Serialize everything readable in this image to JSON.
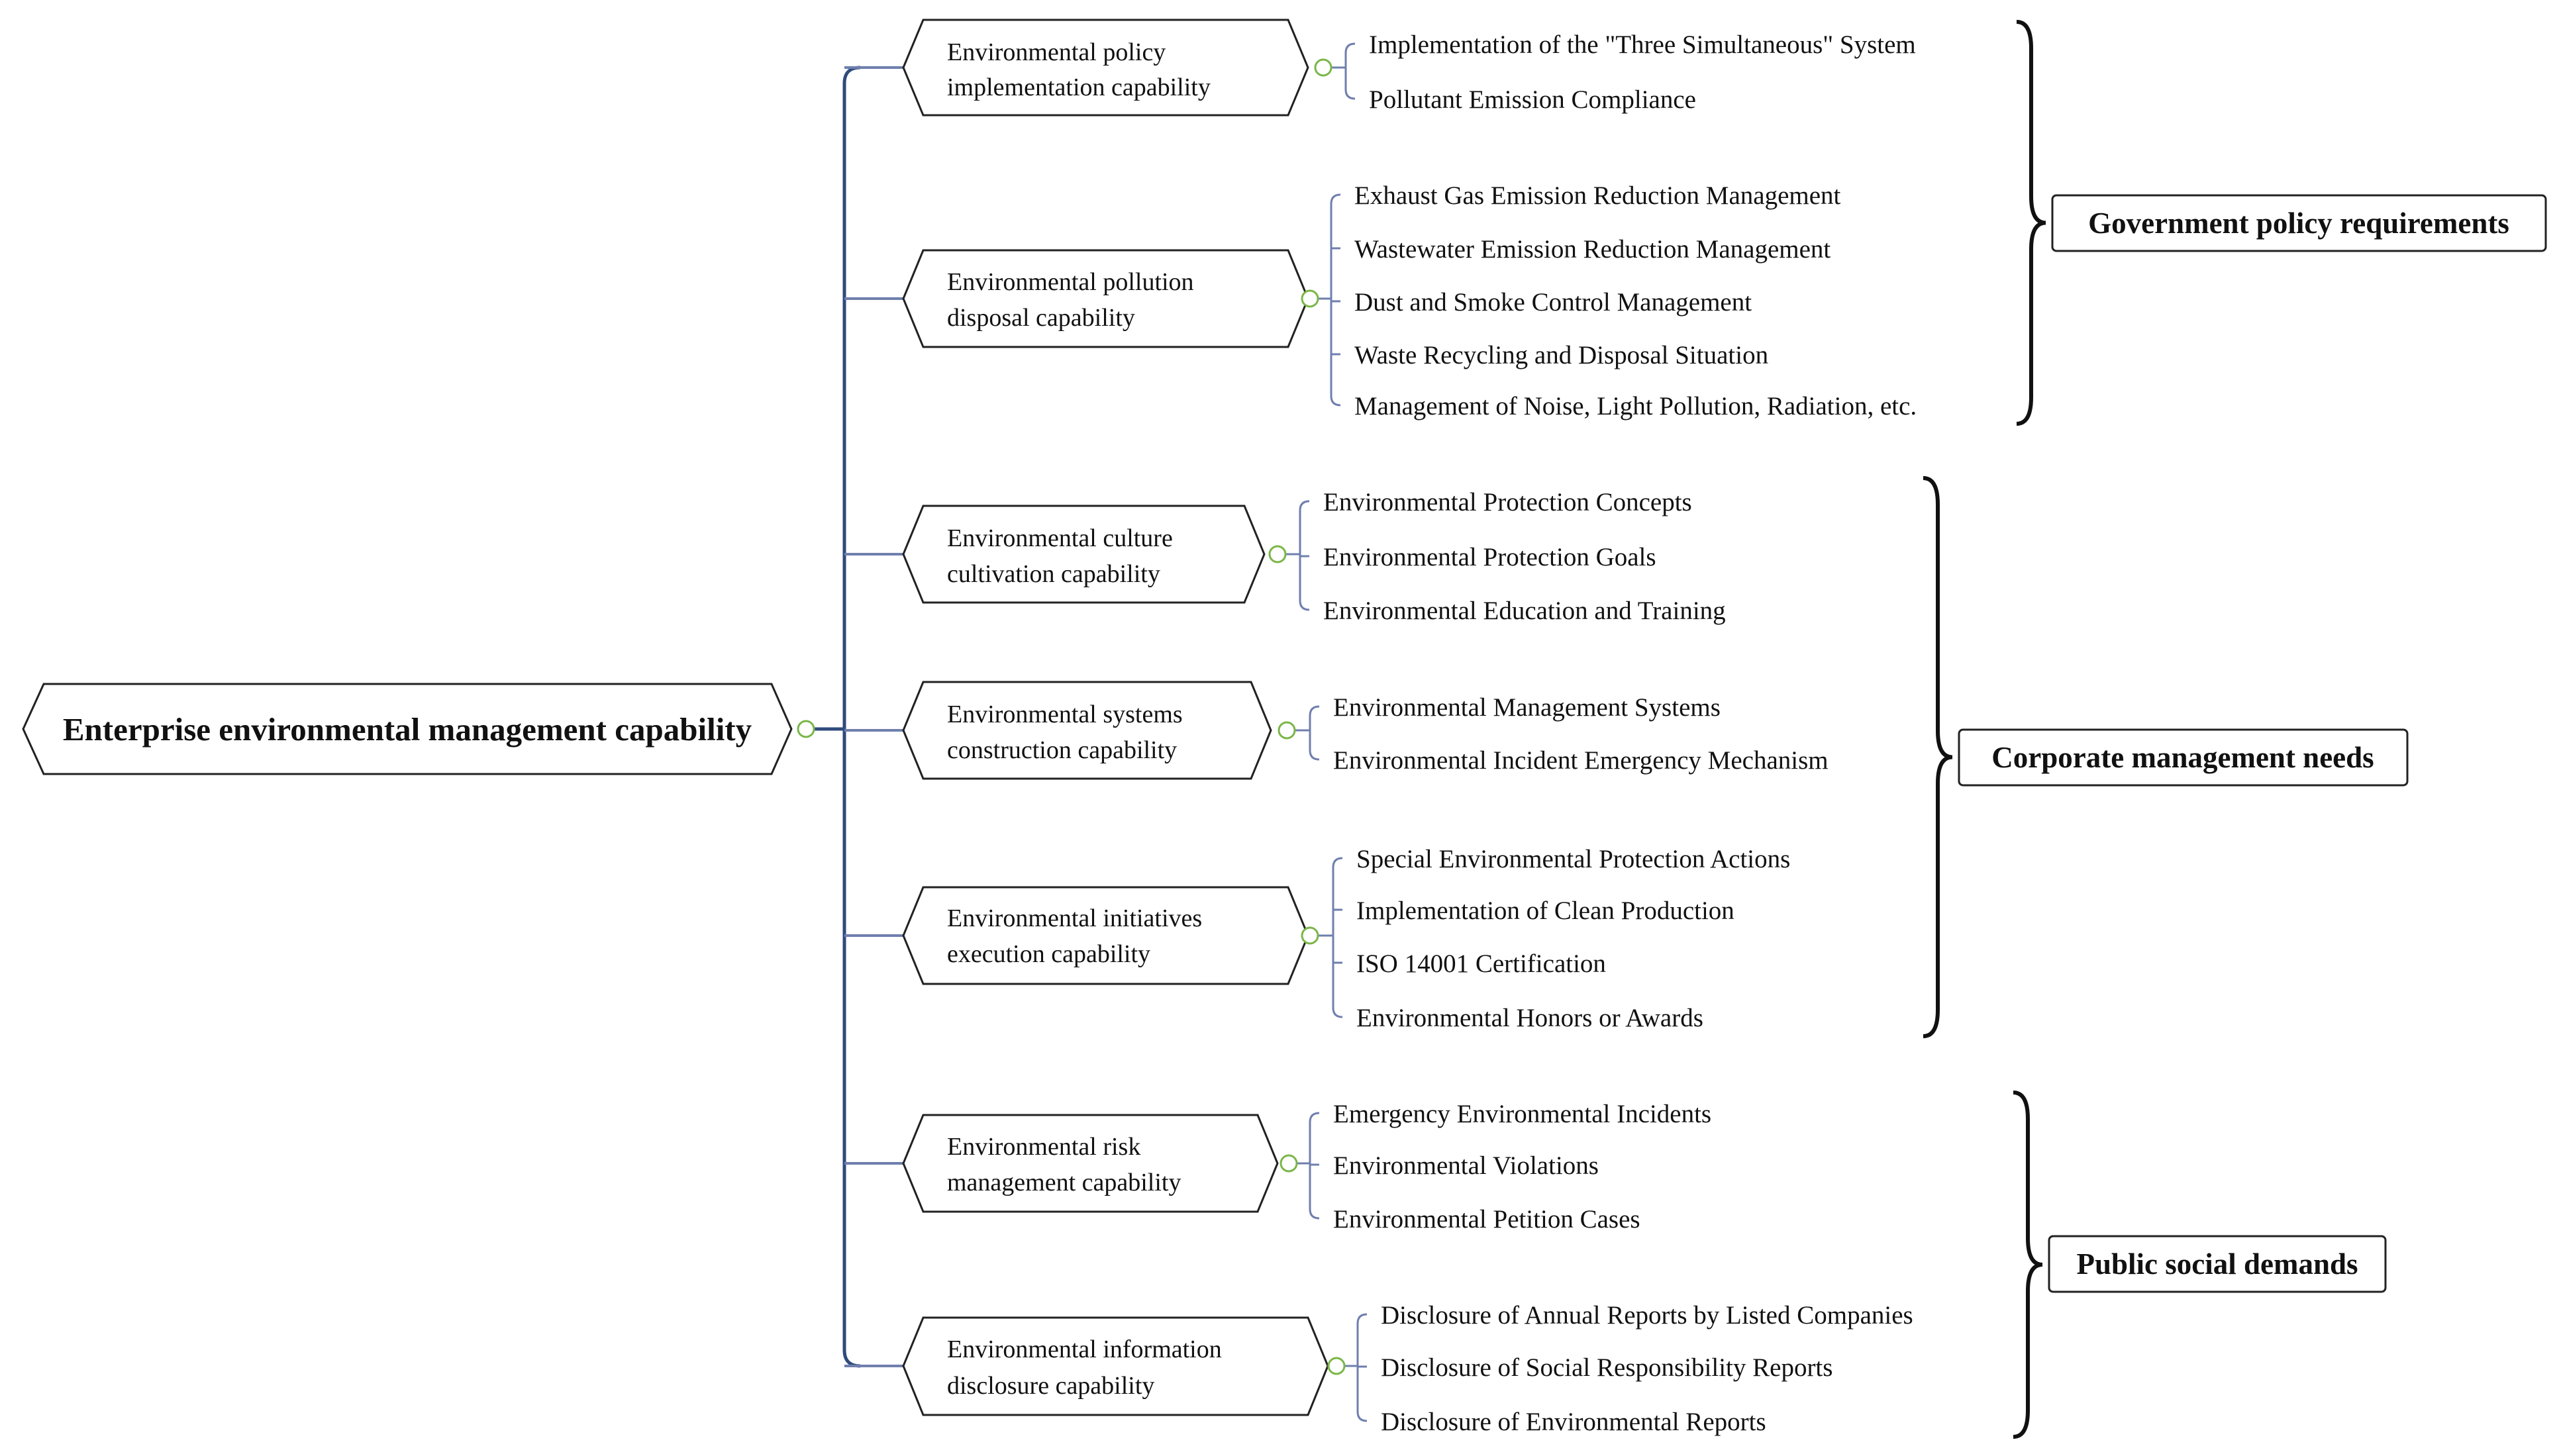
{
  "root": {
    "label": "Enterprise environmental management capability"
  },
  "capabilities": [
    {
      "lines": [
        "Environmental policy",
        "implementation capability"
      ],
      "items": [
        "Implementation of the \"Three Simultaneous\" System",
        "Pollutant Emission Compliance"
      ]
    },
    {
      "lines": [
        "Environmental pollution",
        "disposal capability"
      ],
      "items": [
        "Exhaust Gas Emission Reduction Management",
        "Wastewater Emission Reduction Management",
        "Dust and Smoke Control Management",
        "Waste Recycling and Disposal Situation",
        "Management of Noise, Light Pollution, Radiation, etc."
      ]
    },
    {
      "lines": [
        "Environmental culture",
        "cultivation capability"
      ],
      "items": [
        "Environmental Protection Concepts",
        "Environmental Protection Goals",
        "Environmental Education and Training"
      ]
    },
    {
      "lines": [
        "Environmental systems",
        "construction capability"
      ],
      "items": [
        "Environmental Management Systems",
        "Environmental Incident Emergency Mechanism"
      ]
    },
    {
      "lines": [
        "Environmental initiatives",
        "execution capability"
      ],
      "items": [
        "Special Environmental Protection Actions",
        "Implementation of Clean Production",
        "ISO 14001 Certification",
        "Environmental Honors or Awards"
      ]
    },
    {
      "lines": [
        "Environmental risk",
        "management capability"
      ],
      "items": [
        "Emergency Environmental Incidents",
        "Environmental Violations",
        "Environmental Petition Cases"
      ]
    },
    {
      "lines": [
        "Environmental information",
        "disclosure capability"
      ],
      "items": [
        "Disclosure of Annual Reports by Listed Companies",
        "Disclosure of Social Responsibility Reports",
        "Disclosure of Environmental Reports"
      ]
    }
  ],
  "categories": [
    {
      "label": "Government policy requirements"
    },
    {
      "label": "Corporate management needs"
    },
    {
      "label": "Public social demands"
    }
  ],
  "colors": {
    "connector": "#2f4b7c",
    "connector_light": "#6f7fae",
    "node_border": "#222222",
    "collapse_dot": "#7ab648"
  }
}
